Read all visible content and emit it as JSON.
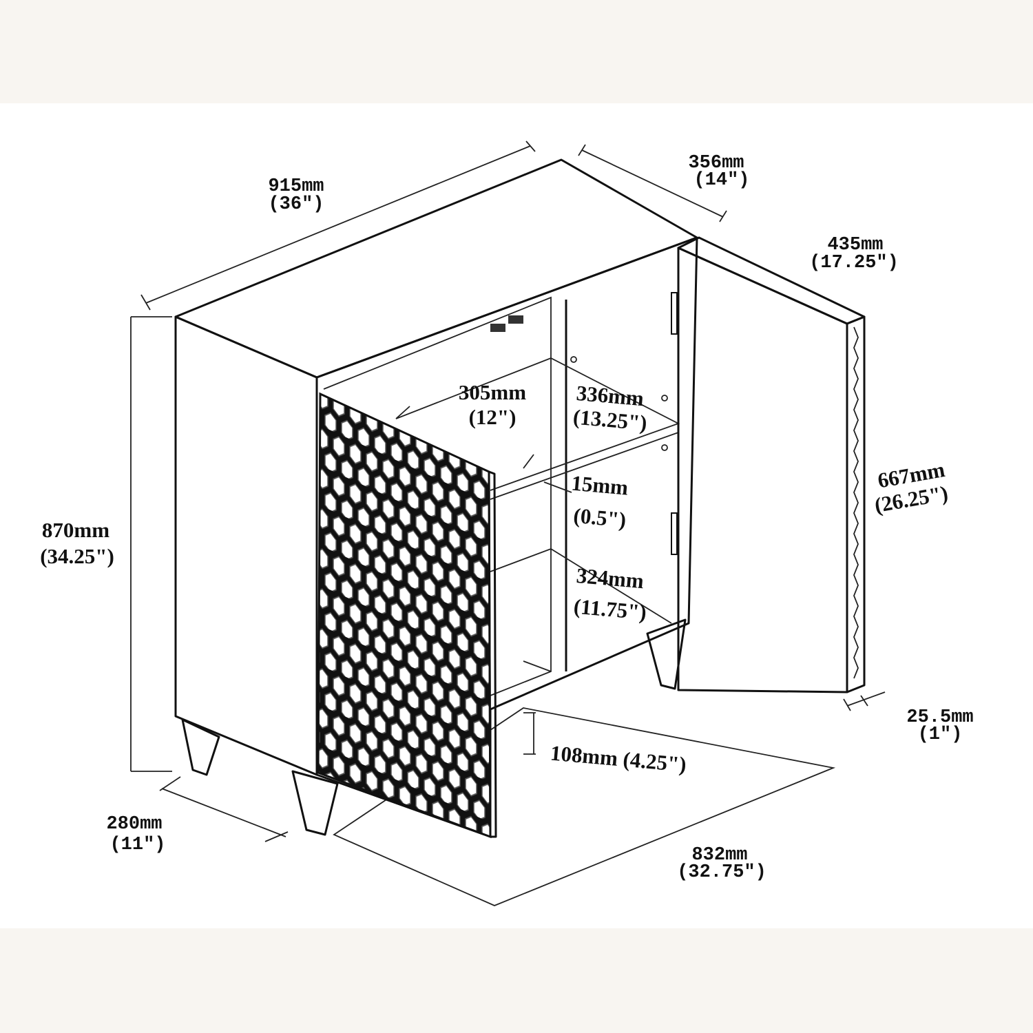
{
  "title": "Cabinet dimensions diagram",
  "dimensions": {
    "width": {
      "mm": "915mm",
      "in": "(36\")"
    },
    "depth": {
      "mm": "356mm",
      "in": "(14\")"
    },
    "door_width": {
      "mm": "435mm",
      "in": "(17.25\")"
    },
    "shelf_depth": {
      "mm": "305mm",
      "in": "(12\")"
    },
    "upper_height": {
      "mm": "336mm",
      "in": "(13.25\")"
    },
    "door_height": {
      "mm": "667mm",
      "in": "(26.25\")"
    },
    "height": {
      "mm": "870mm",
      "in": "(34.25\")"
    },
    "shelf_thickness": {
      "mm": "15mm",
      "in": "(0.5\")"
    },
    "lower_height": {
      "mm": "324mm",
      "in": "(11.75\")"
    },
    "door_thickness": {
      "mm": "25.5mm",
      "in": "(1\")"
    },
    "leg_height": {
      "text": "108mm (4.25\")"
    },
    "leg_depth": {
      "mm": "280mm",
      "in": "(11\")"
    },
    "leg_width": {
      "mm": "832mm",
      "in": "(32.75\")"
    }
  },
  "colors": {
    "line": "#111111",
    "band": "#f8f5f1"
  }
}
